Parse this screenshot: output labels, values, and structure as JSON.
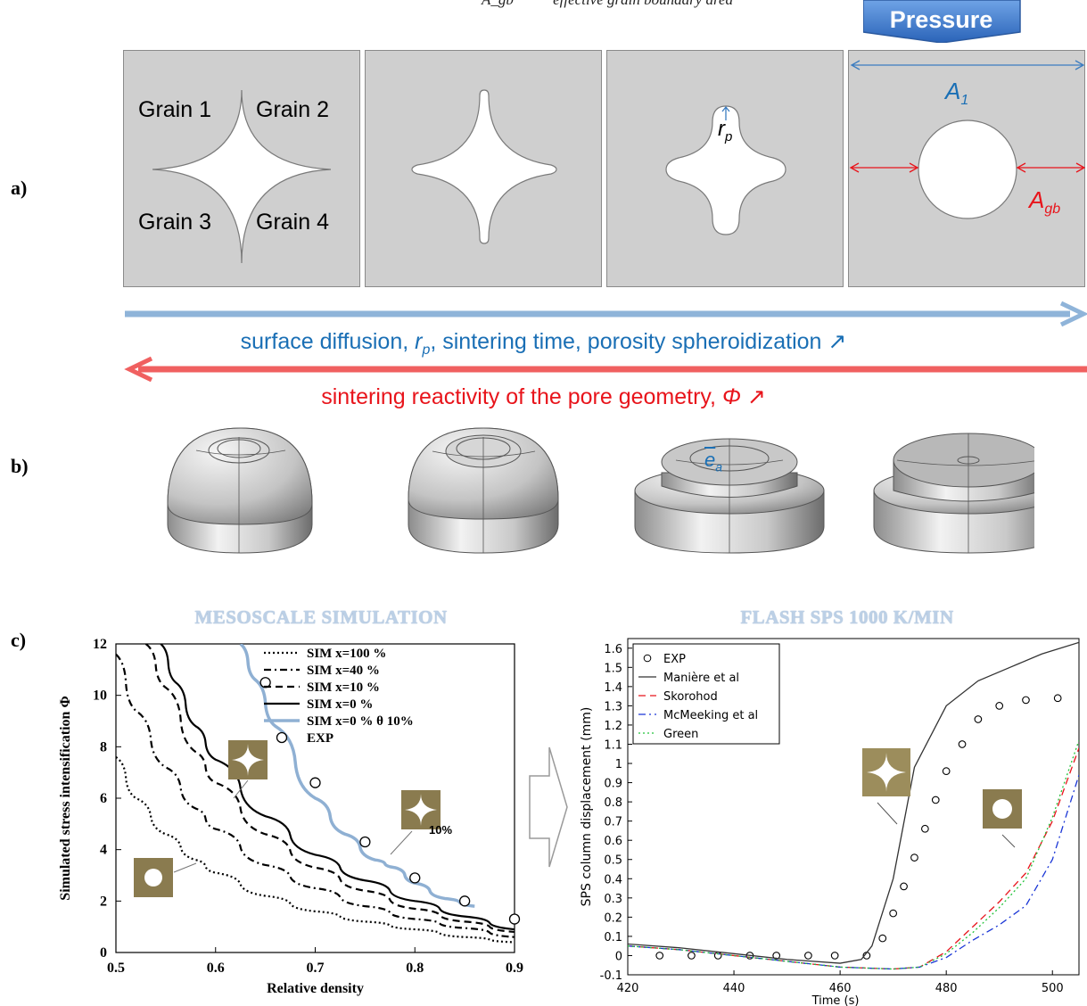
{
  "header": {
    "cutoff_symbol": "A_gb",
    "cutoff_text": "effective grain boundary area",
    "pressure_label": "Pressure"
  },
  "panels": {
    "a_label": "a)",
    "b_label": "b)",
    "c_label": "c)"
  },
  "panel_a": {
    "grains": [
      "Grain 1",
      "Grain 2",
      "Grain 3",
      "Grain 4"
    ],
    "rp_label": "r",
    "rp_sub": "p",
    "a1_label": "A",
    "a1_sub": "1",
    "agb_label": "A",
    "agb_sub": "gb",
    "arrow_blue_caption": {
      "before": "surface diffusion, ",
      "sym": "r",
      "sub": "p",
      "after": ", sintering time, porosity spheroidization ",
      "arrow": "↗"
    },
    "arrow_red_caption": {
      "before": "sintering reactivity of the pore geometry, ",
      "sym": "Φ",
      "arrow": " ↗"
    },
    "colors": {
      "blue": "#8fb4d9",
      "red": "#f06060",
      "cell": "#cfcfcf"
    }
  },
  "panel_b": {
    "ea_label": "e",
    "ea_sub": "a"
  },
  "panel_c_left": {
    "title": "MESOSCALE SIMULATION",
    "chart_data": {
      "type": "line",
      "xlabel": "Relative density",
      "ylabel": "Simulated stress intensification Φ",
      "xlim": [
        0.5,
        0.9
      ],
      "ylim": [
        0,
        12
      ],
      "xticks": [
        "0.5",
        "0.6",
        "0.7",
        "0.8",
        "0.9"
      ],
      "yticks": [
        "0",
        "2",
        "4",
        "6",
        "8",
        "10",
        "12"
      ],
      "legend_position": "top-right",
      "series": [
        {
          "name": "SIM x=100 %",
          "style": "dotted",
          "color": "#000000",
          "x": [
            0.5,
            0.52,
            0.55,
            0.58,
            0.6,
            0.65,
            0.7,
            0.75,
            0.8,
            0.85,
            0.9
          ],
          "y": [
            7.6,
            6.0,
            4.6,
            3.6,
            3.1,
            2.2,
            1.6,
            1.2,
            0.9,
            0.6,
            0.4
          ]
        },
        {
          "name": "SIM x=40 %",
          "style": "dashdot",
          "color": "#000000",
          "x": [
            0.5,
            0.52,
            0.55,
            0.58,
            0.6,
            0.65,
            0.7,
            0.75,
            0.8,
            0.85,
            0.9
          ],
          "y": [
            11.6,
            9.4,
            7.2,
            5.6,
            4.8,
            3.4,
            2.5,
            1.8,
            1.3,
            0.95,
            0.6
          ]
        },
        {
          "name": "SIM x=10 %",
          "style": "dashed",
          "color": "#000000",
          "x": [
            0.53,
            0.55,
            0.58,
            0.6,
            0.65,
            0.7,
            0.75,
            0.8,
            0.85,
            0.9
          ],
          "y": [
            12,
            10.3,
            7.8,
            6.6,
            4.6,
            3.3,
            2.4,
            1.7,
            1.2,
            0.8
          ]
        },
        {
          "name": "SIM x=0 %",
          "style": "solid",
          "color": "#000000",
          "x": [
            0.545,
            0.56,
            0.58,
            0.6,
            0.65,
            0.7,
            0.75,
            0.8,
            0.85,
            0.9
          ],
          "y": [
            12,
            10.5,
            8.8,
            7.5,
            5.3,
            3.8,
            2.8,
            2.0,
            1.4,
            0.9
          ]
        },
        {
          "name": "SIM x=0 % θ 10%",
          "style": "solid-thick",
          "color": "#8fb0d3",
          "x": [
            0.625,
            0.64,
            0.66,
            0.7,
            0.73,
            0.76,
            0.78,
            0.8,
            0.83,
            0.86
          ],
          "y": [
            12,
            10.6,
            8.8,
            6.0,
            4.6,
            3.6,
            3.3,
            2.7,
            2.1,
            1.8
          ]
        },
        {
          "name": "EXP",
          "style": "marker-circle",
          "color": "#000000",
          "x": [
            0.65,
            0.7,
            0.75,
            0.8,
            0.85,
            0.9
          ],
          "y": [
            10.5,
            6.6,
            4.3,
            2.9,
            2.0,
            1.3
          ]
        }
      ],
      "annotation": "10%"
    }
  },
  "panel_c_right": {
    "title": "FLASH SPS 1000 K/MIN",
    "chart_data": {
      "type": "line",
      "xlabel": "Time (s)",
      "ylabel": "SPS column displacement (mm)",
      "xlim": [
        420,
        505
      ],
      "ylim": [
        -0.1,
        1.65
      ],
      "xticks": [
        "420",
        "440",
        "460",
        "480",
        "500"
      ],
      "yticks": [
        "-0.1",
        "0",
        "0.1",
        "0.2",
        "0.3",
        "0.4",
        "0.5",
        "0.6",
        "0.7",
        "0.8",
        "0.9",
        "1",
        "1.1",
        "1.2",
        "1.3",
        "1.4",
        "1.5",
        "1.6"
      ],
      "legend_position": "top-left",
      "series": [
        {
          "name": "EXP",
          "style": "marker-circle",
          "color": "#000000",
          "x": [
            426,
            432,
            437,
            443,
            448,
            454,
            459,
            465,
            468,
            470,
            472,
            474,
            476,
            478,
            480,
            483,
            486,
            490,
            495,
            501
          ],
          "y": [
            0.0,
            0.0,
            0.0,
            0.0,
            0.0,
            0.0,
            0.0,
            0.0,
            0.09,
            0.22,
            0.36,
            0.51,
            0.66,
            0.81,
            0.96,
            1.1,
            1.23,
            1.3,
            1.33,
            1.34
          ]
        },
        {
          "name": "Manière et al",
          "style": "solid",
          "color": "#333333",
          "x": [
            420,
            430,
            440,
            450,
            460,
            464,
            466,
            470,
            474,
            480,
            486,
            492,
            498,
            505
          ],
          "y": [
            0.06,
            0.04,
            0.01,
            -0.02,
            -0.04,
            -0.02,
            0.05,
            0.4,
            0.98,
            1.3,
            1.43,
            1.5,
            1.57,
            1.63
          ]
        },
        {
          "name": "Skorohod",
          "style": "dashed",
          "color": "#e8141b",
          "x": [
            420,
            430,
            440,
            450,
            460,
            470,
            475,
            480,
            485,
            490,
            495,
            500,
            505
          ],
          "y": [
            0.05,
            0.03,
            0.0,
            -0.03,
            -0.06,
            -0.07,
            -0.06,
            0.02,
            0.15,
            0.28,
            0.43,
            0.7,
            1.08
          ]
        },
        {
          "name": "McMeeking et al",
          "style": "dashdot",
          "color": "#1a36d6",
          "x": [
            420,
            430,
            440,
            450,
            460,
            470,
            475,
            480,
            485,
            490,
            495,
            500,
            505
          ],
          "y": [
            0.05,
            0.03,
            0.0,
            -0.03,
            -0.06,
            -0.07,
            -0.06,
            -0.01,
            0.08,
            0.16,
            0.26,
            0.5,
            0.94
          ]
        },
        {
          "name": "Green",
          "style": "dotted",
          "color": "#22c23a",
          "x": [
            420,
            430,
            440,
            450,
            460,
            470,
            475,
            480,
            485,
            490,
            495,
            500,
            505
          ],
          "y": [
            0.05,
            0.03,
            0.0,
            -0.03,
            -0.06,
            -0.07,
            -0.06,
            0.01,
            0.12,
            0.25,
            0.4,
            0.72,
            1.12
          ]
        }
      ]
    }
  }
}
